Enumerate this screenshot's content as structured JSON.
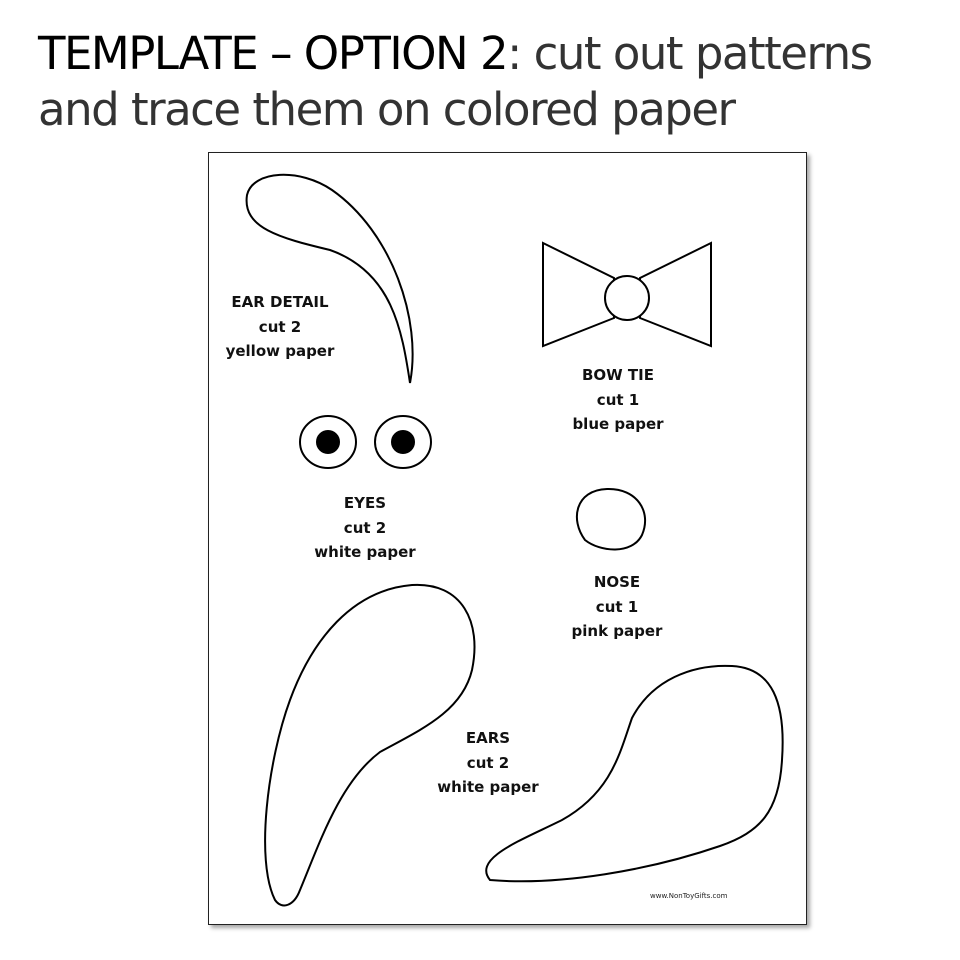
{
  "title": {
    "emphasis": "TEMPLATE – OPTION 2",
    "rest_line1": ": cut out patterns",
    "line2": "and trace them on colored paper"
  },
  "pieces": {
    "ear_detail": {
      "name": "EAR DETAIL",
      "count": "cut 2",
      "paper": "yellow paper"
    },
    "bow_tie": {
      "name": "BOW TIE",
      "count": "cut 1",
      "paper": "blue paper"
    },
    "eyes": {
      "name": "EYES",
      "count": "cut 2",
      "paper": "white paper"
    },
    "nose": {
      "name": "NOSE",
      "count": "cut 1",
      "paper": "pink paper"
    },
    "ears": {
      "name": "EARS",
      "count": "cut 2",
      "paper": "white paper"
    }
  },
  "watermark": "www.NonToyGifts.com"
}
